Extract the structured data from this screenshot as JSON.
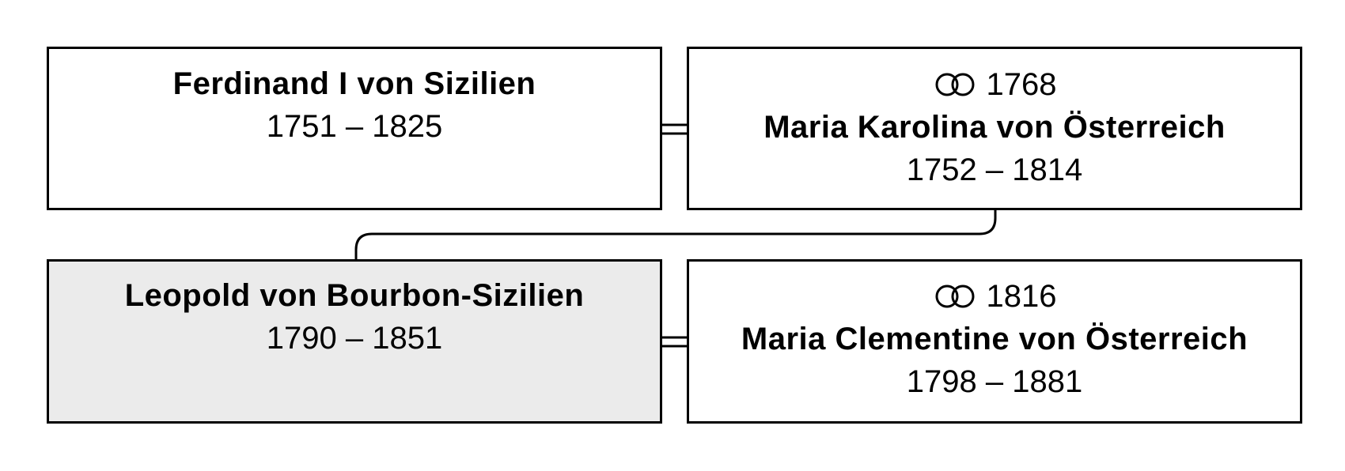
{
  "colors": {
    "border": "#000000",
    "box_background": "#ffffff",
    "focus_background": "#ebebeb",
    "connector": "#000000"
  },
  "icons": {
    "marriage": "wedding-rings-icon"
  },
  "persons": {
    "father": {
      "name": "Ferdinand I von Sizilien",
      "dates": "1751 – 1825"
    },
    "mother": {
      "marriage_year": "1768",
      "name": "Maria Karolina von Österreich",
      "dates": "1752 – 1814"
    },
    "subject": {
      "name": "Leopold von Bourbon-Sizilien",
      "dates": "1790 – 1851"
    },
    "spouse": {
      "marriage_year": "1816",
      "name": "Maria Clementine von Österreich",
      "dates": "1798 – 1881"
    }
  }
}
